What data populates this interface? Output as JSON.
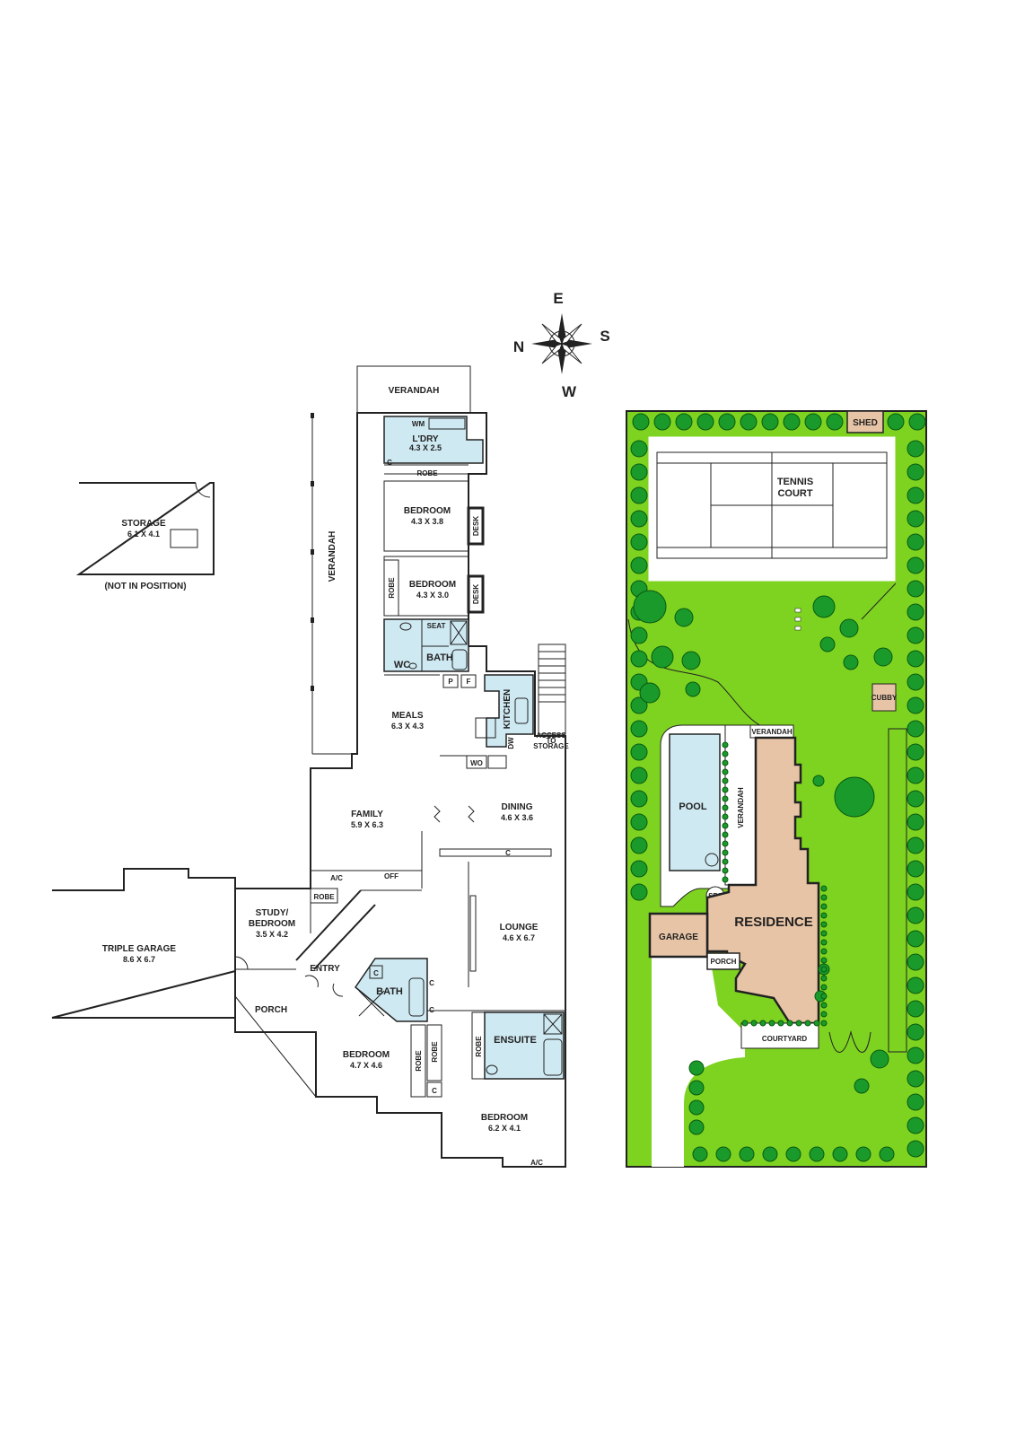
{
  "compass": {
    "n": "N",
    "e": "E",
    "s": "S",
    "w": "W"
  },
  "storage": {
    "name": "STORAGE",
    "dims": "6.1 X 4.1",
    "note": "(NOT IN POSITION)"
  },
  "garage": {
    "name": "TRIPLE GARAGE",
    "dims": "8.6 X 6.7"
  },
  "rooms": {
    "verandah_top": "VERANDAH",
    "verandah_side": "VERANDAH",
    "laundry": {
      "name": "L'DRY",
      "dims": "4.3 X 2.5"
    },
    "bed1": {
      "name": "BEDROOM",
      "dims": "4.3 X 3.8"
    },
    "bed2": {
      "name": "BEDROOM",
      "dims": "4.3 X 3.0"
    },
    "meals": {
      "name": "MEALS",
      "dims": "6.3 X 4.3"
    },
    "kitchen": "KITCHEN",
    "family": {
      "name": "FAMILY",
      "dims": "5.9 X 6.3"
    },
    "dining": {
      "name": "DINING",
      "dims": "4.6 X 3.6"
    },
    "study": {
      "name1": "STUDY/",
      "name2": "BEDROOM",
      "dims": "3.5 X 4.2"
    },
    "lounge": {
      "name": "LOUNGE",
      "dims": "4.6 X 6.7"
    },
    "entry": "ENTRY",
    "porch": "PORCH",
    "bath": "BATH",
    "bath2": "BATH",
    "wc": "WC",
    "ensuite": "ENSUITE",
    "bed3": {
      "name": "BEDROOM",
      "dims": "4.7 X 4.6"
    },
    "bed4": {
      "name": "BEDROOM",
      "dims": "6.2 X 4.1"
    }
  },
  "labels": {
    "robe": "ROBE",
    "desk": "DESK",
    "seat": "SEAT",
    "c": "C",
    "wm": "WM",
    "p": "P",
    "f": "F",
    "dw": "DW",
    "wo": "WO",
    "ac": "A/C",
    "off": "OFF",
    "access1": "ACCESS",
    "access2": "TO",
    "access3": "STORAGE"
  },
  "site": {
    "shed": "SHED",
    "tennis1": "TENNIS",
    "tennis2": "COURT",
    "cubby": "CUBBY",
    "pool": "POOL",
    "spa": "SPA",
    "verandah_top": "VERANDAH",
    "verandah_side": "VERANDAH",
    "residence": "RESIDENCE",
    "garage": "GARAGE",
    "porch": "PORCH",
    "courtyard": "COURTYARD"
  },
  "colors": {
    "lawn": "#7ed321",
    "tree": "#1a9a2a",
    "residence": "#e8c4a6",
    "wet_area": "#cfe9f2",
    "court": "#ffffff"
  }
}
